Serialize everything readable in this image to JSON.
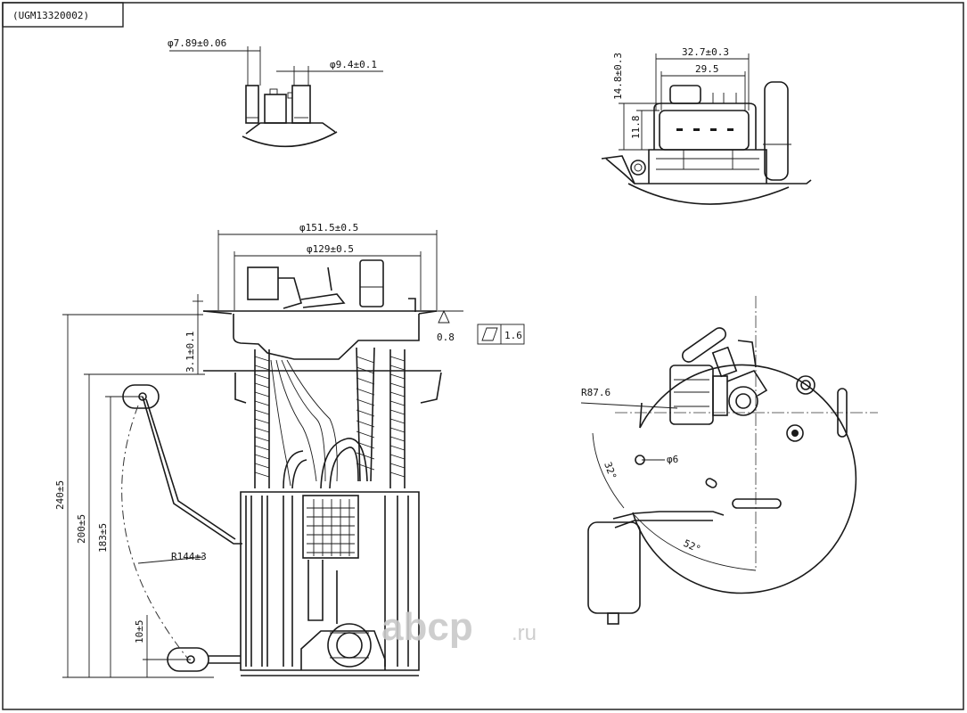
{
  "part_code": "(UGM13320002)",
  "dimensions": {
    "connector_pipe_dia_1": "φ7.89±0.06",
    "connector_pipe_dia_2": "φ9.4±0.1",
    "connector_width_outer": "32.7±0.3",
    "connector_width_inner": "29.5",
    "connector_height_outer": "14.8±0.3",
    "connector_height_inner": "11.8",
    "flange_dia_outer": "φ151.5±0.5",
    "flange_dia_inner": "φ129±0.5",
    "flatness_value": "0.8",
    "flatness_tol": "1.6",
    "flange_step": "3.1±0.1",
    "height_total": "240±5",
    "height_2": "200±5",
    "height_3": "183±5",
    "height_4": "10±5",
    "float_arm_radius": "R144±3",
    "top_radius": "R87.6",
    "hole_dia": "φ6",
    "angle_1": "32°",
    "angle_2": "52°"
  },
  "watermark": {
    "brand": "abcp",
    "suffix": ".ru"
  }
}
